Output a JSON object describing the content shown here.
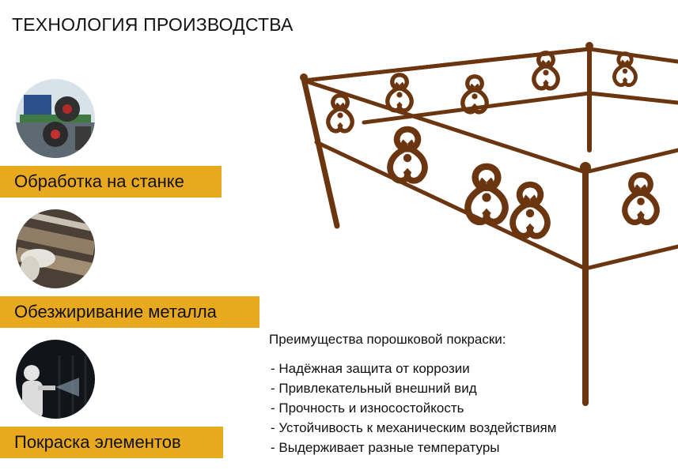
{
  "title": "ТЕХНОЛОГИЯ ПРОИЗВОДСТВА",
  "steps": [
    {
      "label": "Обработка на станке",
      "icon": "machining-photo-icon"
    },
    {
      "label": "Обезжиривание металла",
      "icon": "degreasing-photo-icon"
    },
    {
      "label": "Покраска элементов",
      "icon": "painting-photo-icon"
    }
  ],
  "benefits": {
    "title": "Преимущества порошковой покраски:",
    "items": [
      "- Надёжная защита от коррозии",
      "- Привлекательный внешний вид",
      "- Прочность и износостойкость",
      "- Устойчивость к механическим воздействиям",
      "- Выдерживает разные температуры"
    ]
  },
  "colors": {
    "accent": "#e8a91f",
    "fence": "#6b3510",
    "text": "#111111"
  }
}
